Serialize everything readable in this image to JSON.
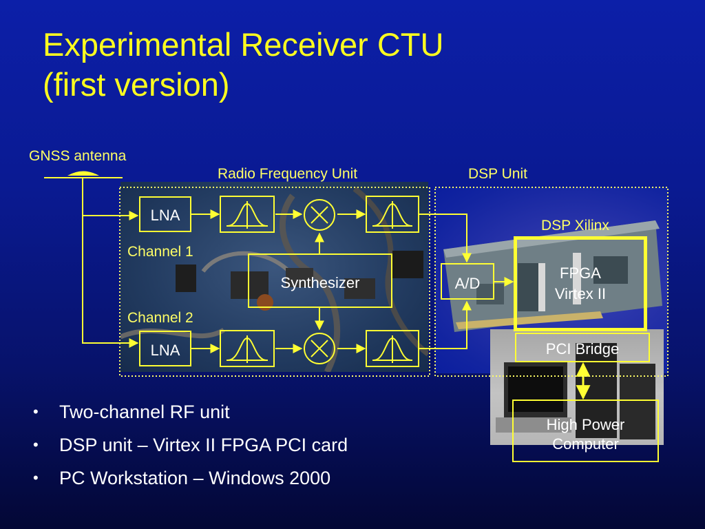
{
  "title": {
    "line1": "Experimental Receiver CTU",
    "line2": "(first version)"
  },
  "diagram": {
    "antenna_label": "GNSS antenna",
    "rf_unit_label": "Radio Frequency Unit",
    "dsp_unit_label": "DSP Unit",
    "channel1_label": "Channel 1",
    "channel2_label": "Channel 2",
    "lna_label": "LNA",
    "synthesizer_label": "Synthesizer",
    "ad_label": "A/D",
    "dsp_xilinx_label": "DSP Xilinx",
    "fpga_line1": "FPGA",
    "fpga_line2": "Virtex II",
    "pci_bridge_label": "PCI Bridge",
    "computer_line1": "High Power",
    "computer_line2": "Computer"
  },
  "bullets": [
    "Two-channel RF unit",
    "DSP unit – Virtex II FPGA PCI card",
    "PC Workstation – Windows 2000"
  ],
  "bullet_glyph": "•",
  "colors": {
    "accent_yellow": "#ffff33",
    "title_yellow": "#ffff1f",
    "background_blue": "#0c1fa8"
  }
}
